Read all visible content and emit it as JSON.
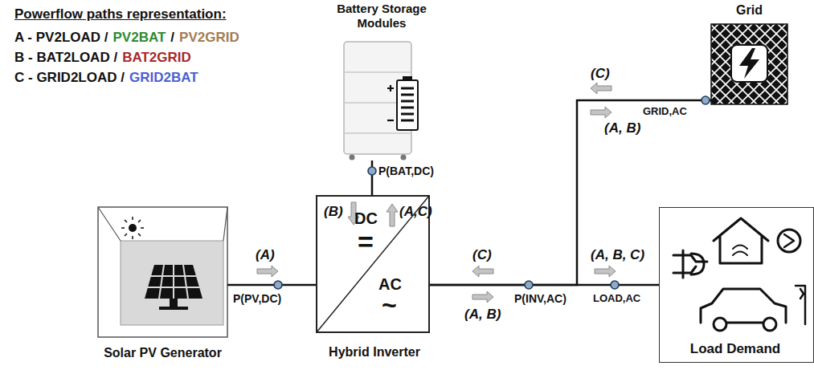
{
  "diagram": {
    "nodes": [
      {
        "text": [
          "Battery Storage Modules"
        ]
      },
      {
        "text": [
          "Grid"
        ]
      },
      {
        "text": [
          "Solar PV Generator"
        ]
      },
      {
        "text": [
          "DC",
          "=",
          "AC",
          "~",
          "Hybrid Inverter"
        ]
      },
      {
        "text": [
          "Load Demand"
        ]
      }
    ],
    "edges": [
      {
        "from": 2,
        "to": 3,
        "arrow": "none"
      },
      {
        "from": 0,
        "to": 3,
        "arrow": "none"
      },
      {
        "from": 3,
        "to": 4,
        "arrow": "none"
      },
      {
        "from": 3,
        "to": 1,
        "arrow": "none"
      }
    ],
    "labels": [
      "Powerflow paths representation:",
      "A - PV2LOAD /",
      "PV2BAT",
      "/",
      "PV2GRID",
      "B - BAT2LOAD /",
      "BAT2GRID",
      "C - GRID2LOAD /",
      "GRID2BAT",
      "(C)",
      "GRID,AC",
      "(A, B)",
      "P(BAT,DC)",
      "(B)",
      "(A,C)",
      "(A)",
      "(C)",
      "(A, B, C)",
      "P(PV,DC)",
      "P(INV,AC)",
      "LOAD,AC",
      "(A, B)"
    ]
  }
}
